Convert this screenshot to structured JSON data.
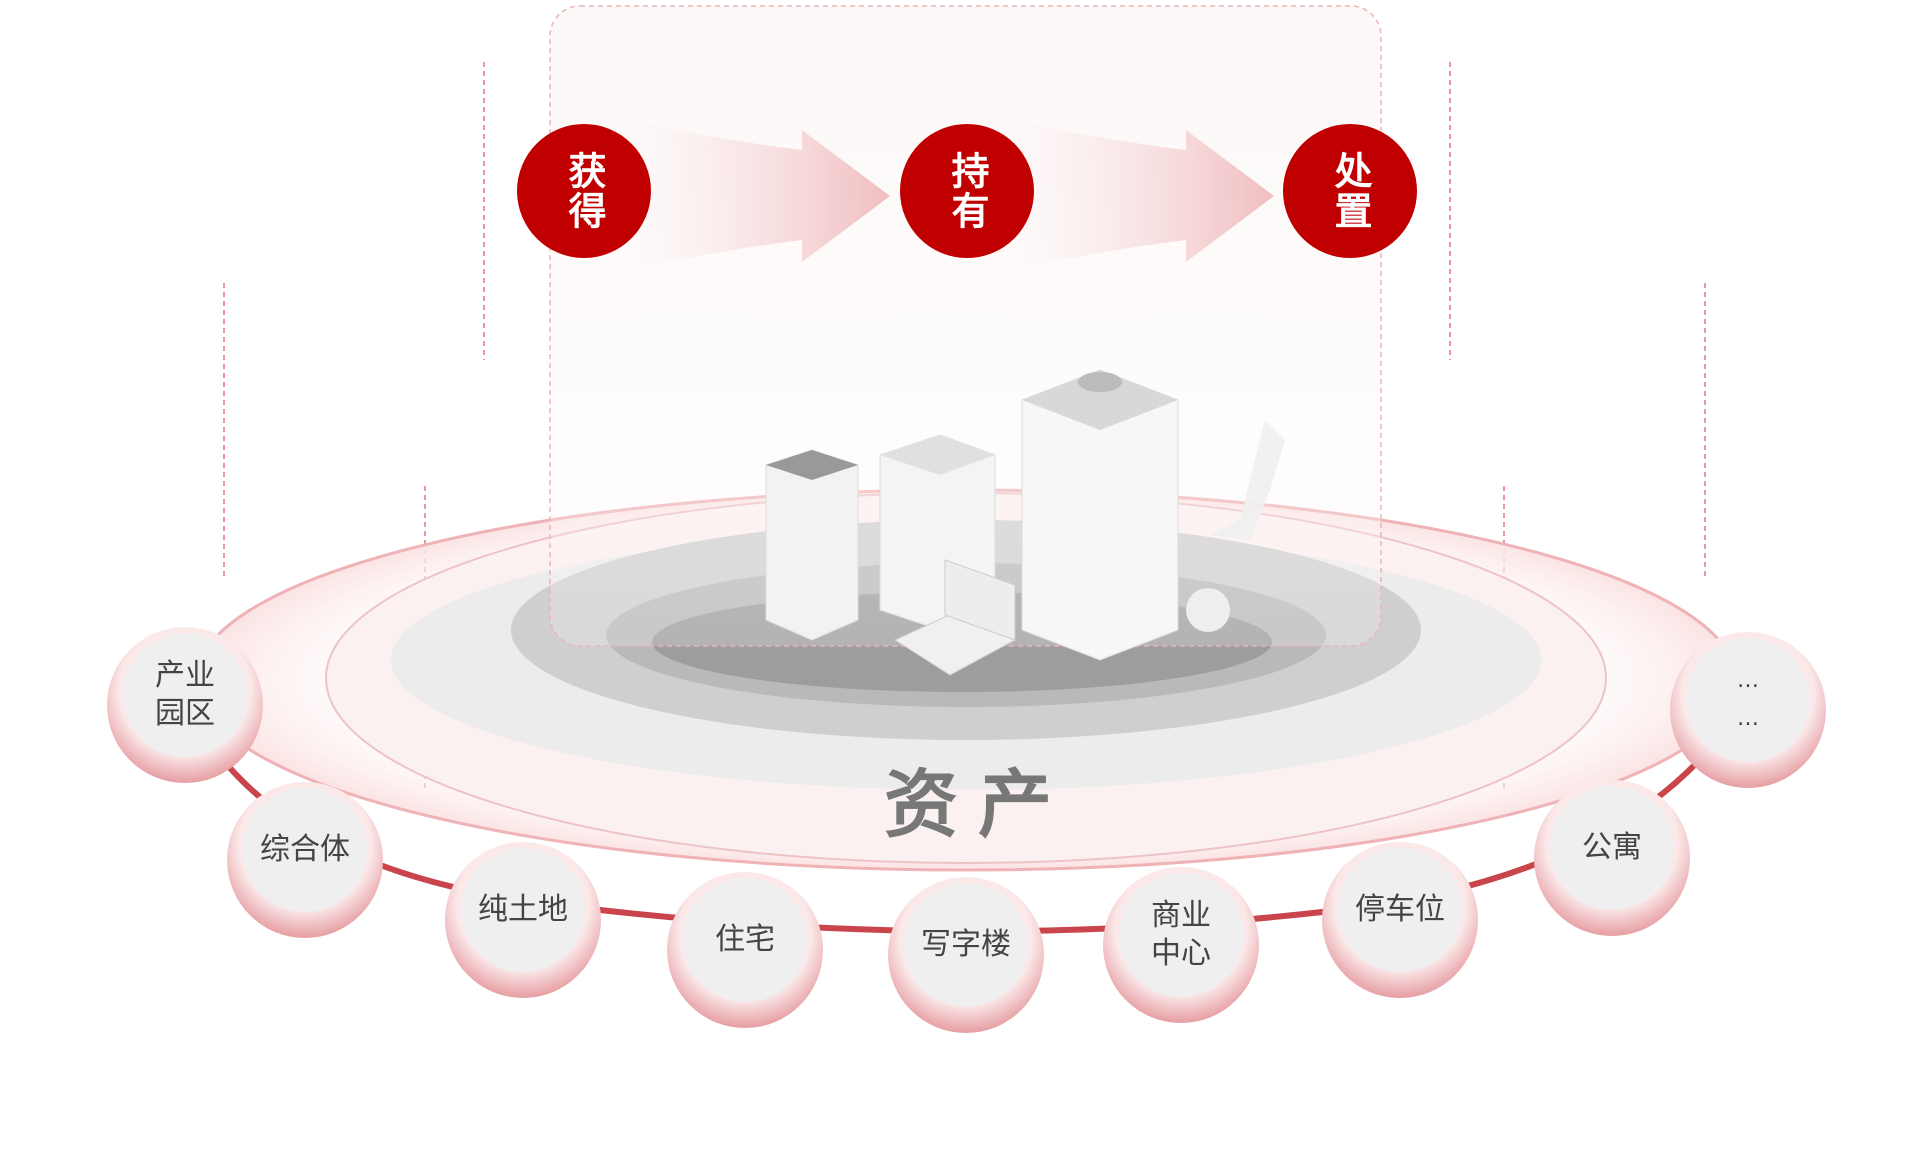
{
  "stages": [
    "获得",
    "持有",
    "处置"
  ],
  "title": "资产",
  "categories": [
    {
      "label": "产业\n园区"
    },
    {
      "label": "综合体"
    },
    {
      "label": "纯土地"
    },
    {
      "label": "住宅"
    },
    {
      "label": "写字楼"
    },
    {
      "label": "商业\n中心"
    },
    {
      "label": "停车位"
    },
    {
      "label": "公寓"
    },
    {
      "label": "…\n…"
    }
  ],
  "colors": {
    "accent": "#c00000",
    "ring": "#e8a0a3",
    "disk": "#bdbdbd"
  }
}
